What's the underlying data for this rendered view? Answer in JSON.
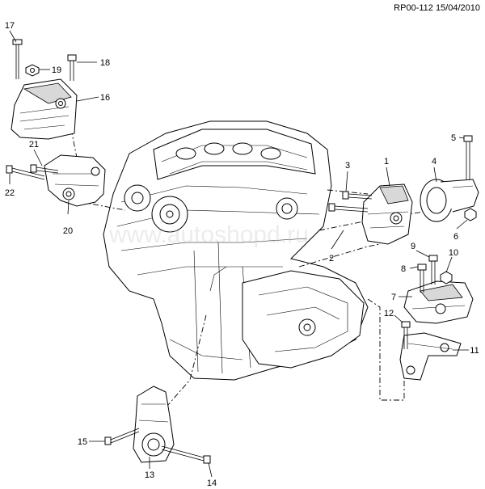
{
  "header": {
    "reference": "RP00-112 15/04/2010"
  },
  "watermark": {
    "text": "www.autoshopd.ru"
  },
  "callouts": [
    "1",
    "2",
    "3",
    "4",
    "5",
    "6",
    "7",
    "8",
    "9",
    "10",
    "11",
    "12",
    "13",
    "14",
    "15",
    "16",
    "17",
    "18",
    "19",
    "20",
    "21",
    "22"
  ]
}
